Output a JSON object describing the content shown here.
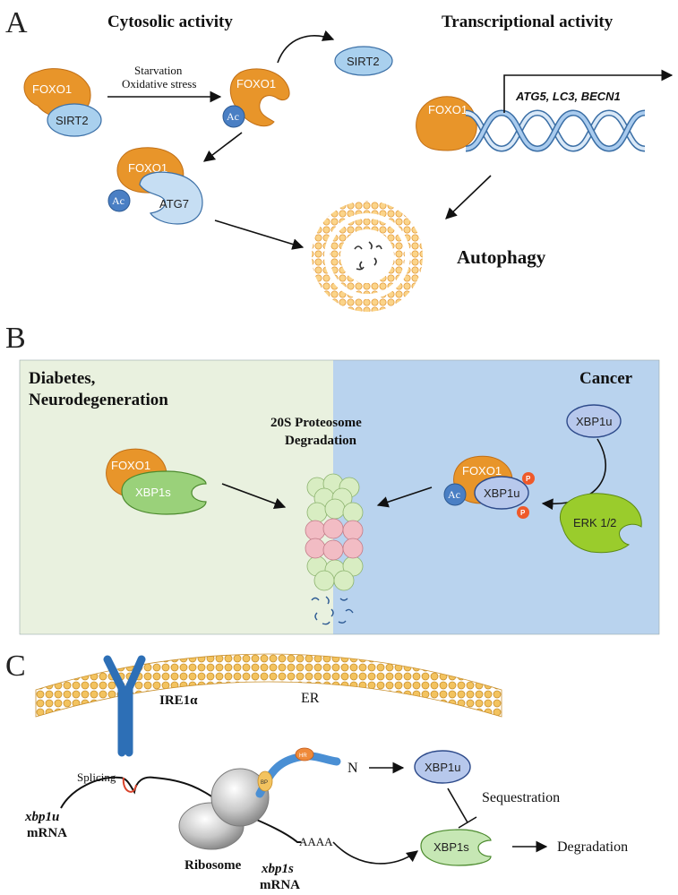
{
  "panels": {
    "a": "A",
    "b": "B",
    "c": "C"
  },
  "panel_a": {
    "cytosolic_title": "Cytosolic activity",
    "transcriptional_title": "Transcriptional activity",
    "stimulus_line1": "Starvation",
    "stimulus_line2": "Oxidative stress",
    "foxo1": "FOXO1",
    "sirt2": "SIRT2",
    "ac": "Ac",
    "atg7": "ATG7",
    "genes": "ATG5, LC3, BECN1",
    "autophagy": "Autophagy"
  },
  "panel_b": {
    "disease_line1": "Diabetes,",
    "disease_line2": "Neurodegeneration",
    "cancer": "Cancer",
    "proteosome_line1": "20S Proteosome",
    "proteosome_line2": "Degradation",
    "foxo1": "FOXO1",
    "xbp1s": "XBP1s",
    "xbp1u": "XBP1u",
    "ac": "Ac",
    "erk": "ERK 1/2",
    "p": "P"
  },
  "panel_c": {
    "ire1a": "IRE1α",
    "er": "ER",
    "splicing": "Splicing",
    "xbp1u_mrna_1": "xbp1u",
    "xbp1u_mrna_2": "mRNA",
    "ribosome": "Ribosome",
    "aaaa": "AAAA",
    "xbp1s_mrna_1": "xbp1s",
    "xbp1s_mrna_2": "mRNA",
    "n_term": "N",
    "xbp1u": "XBP1u",
    "xbp1s": "XBP1s",
    "sequestration": "Sequestration",
    "degradation": "Degradation",
    "hr": "HR",
    "bp": "BP"
  },
  "colors": {
    "foxo1": "#e8952a",
    "sirt2": "#a9d0ee",
    "ac": "#4a7fc4",
    "green_bg": "#e9f1df",
    "blue_bg": "#b9d3ee",
    "xbp1s": "#9ad17a",
    "erk": "#9acc2c",
    "membrane": "#f0c05a"
  }
}
